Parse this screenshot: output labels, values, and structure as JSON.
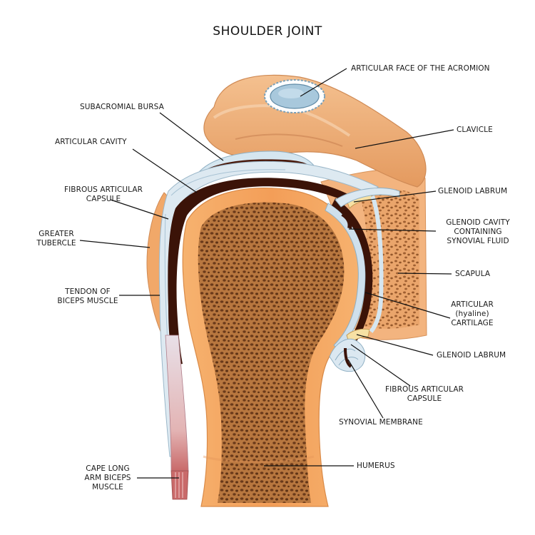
{
  "title": "SHOULDER JOINT",
  "labels": {
    "acromion_face": "ARTICULAR FACE OF THE ACROMION",
    "subacromial_bursa": "SUBACROMIAL BURSA",
    "clavicle": "CLAVICLE",
    "articular_cavity": "ARTICULAR CAVITY",
    "fibrous_capsule_left": [
      "FIBROUS ARTICULAR",
      "CAPSULE"
    ],
    "glenoid_labrum_top": "GLENOID LABRUM",
    "greater_tubercle": [
      "GREATER",
      "TUBERCLE"
    ],
    "glenoid_cavity": [
      "GLENOID CAVITY",
      "CONTAINING",
      "SYNOVIAL FLUID"
    ],
    "scapula": "SCAPULA",
    "biceps_tendon": [
      "TENDON OF",
      "BICEPS MUSCLE"
    ],
    "articular_cartilage": [
      "ARTICULAR",
      "(hyaline)",
      "CARTILAGE"
    ],
    "glenoid_labrum_bottom": "GLENOID LABRUM",
    "fibrous_capsule_right": [
      "FIBROUS ARTICULAR",
      "CAPSULE"
    ],
    "synovial_membrane": "SYNOVIAL MEMBRANE",
    "humerus": "HUMERUS",
    "biceps_long_head": [
      "CAPE LONG",
      "ARM BICEPS",
      "MUSCLE"
    ]
  },
  "colors": {
    "bone_outer": "#f3a765",
    "bone_inner": "#a6683a",
    "cortex": "#f0b27a",
    "cartilage": "#c6dbe8",
    "cavity": "#3b1308",
    "acromion": "#eda871",
    "capsule": "#e2eef6",
    "scapula": "#f2b37c",
    "tendon": "#d28a8a"
  }
}
